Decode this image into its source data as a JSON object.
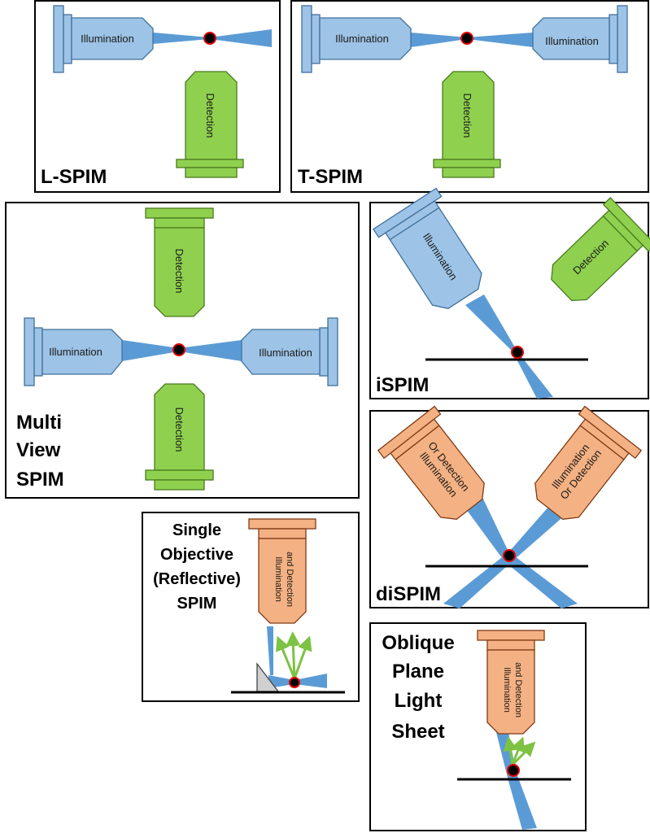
{
  "figure": {
    "panels": [
      {
        "id": "l-spim",
        "title": "L-SPIM",
        "objectives": [
          {
            "role": "illumination",
            "label": "Illumination",
            "color": "#9dc3e6"
          },
          {
            "role": "detection",
            "label": "Detection",
            "color": "#8fd14f"
          }
        ]
      },
      {
        "id": "t-spim",
        "title": "T-SPIM",
        "objectives": [
          {
            "role": "illumination-left",
            "label": "Illumination",
            "color": "#9dc3e6"
          },
          {
            "role": "illumination-right",
            "label": "Illumination",
            "color": "#9dc3e6"
          },
          {
            "role": "detection",
            "label": "Detection",
            "color": "#8fd14f"
          }
        ]
      },
      {
        "id": "multiview-spim",
        "title_lines": [
          "Multi",
          "View",
          "SPIM"
        ],
        "objectives": [
          {
            "role": "detection-top",
            "label": "Detection",
            "color": "#8fd14f"
          },
          {
            "role": "illumination-left",
            "label": "Illumination",
            "color": "#9dc3e6"
          },
          {
            "role": "illumination-right",
            "label": "Illumination",
            "color": "#9dc3e6"
          },
          {
            "role": "detection-bottom",
            "label": "Detection",
            "color": "#8fd14f"
          }
        ]
      },
      {
        "id": "ispim",
        "title": "iSPIM",
        "objectives": [
          {
            "role": "illumination",
            "label": "Illumination",
            "color": "#9dc3e6"
          },
          {
            "role": "detection",
            "label": "Detection",
            "color": "#8fd14f"
          }
        ]
      },
      {
        "id": "dispim",
        "title": "diSPIM",
        "objectives": [
          {
            "role": "left",
            "label_lines": [
              "Illumination",
              "Or Detection"
            ],
            "color": "#f4b183"
          },
          {
            "role": "right",
            "label_lines": [
              "Illumination",
              "Or Detection"
            ],
            "color": "#f4b183"
          }
        ]
      },
      {
        "id": "single-objective-spim",
        "title_lines": [
          "Single",
          "Objective",
          "(Reflective)",
          "SPIM"
        ],
        "objectives": [
          {
            "role": "combined",
            "label_lines": [
              "Illumination",
              "and Detection"
            ],
            "color": "#f4b183"
          }
        ]
      },
      {
        "id": "oblique-plane",
        "title_lines": [
          "Oblique",
          "Plane",
          "Light",
          "Sheet"
        ],
        "objectives": [
          {
            "role": "combined",
            "label_lines": [
              "Illumination",
              "and Detection"
            ],
            "color": "#f4b183"
          }
        ]
      }
    ],
    "colors": {
      "illumination": "#9dc3e6",
      "detection": "#8fd14f",
      "combined": "#f4b183",
      "beam": "#5b9bd5",
      "sample_outline": "#e00000",
      "emission_arrows": "#7dc242"
    }
  }
}
